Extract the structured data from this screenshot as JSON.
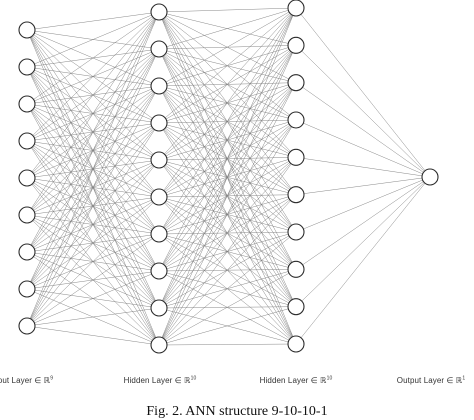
{
  "figure": {
    "caption": "Fig. 2.    ANN structure 9-10-10-1"
  },
  "layers": [
    {
      "key": "input",
      "label": "Input Layer ∈ ℝ",
      "dim": "9",
      "count": 9
    },
    {
      "key": "hidden1",
      "label": "Hidden Layer ∈ ℝ",
      "dim": "10",
      "count": 10
    },
    {
      "key": "hidden2",
      "label": "Hidden Layer ∈ ℝ",
      "dim": "10",
      "count": 10
    },
    {
      "key": "output",
      "label": "Output Layer ∈ ℝ",
      "dim": "1",
      "count": 1
    }
  ],
  "colors": {
    "edge": "#7a7a7a",
    "node_stroke": "#2b2b2b",
    "node_fill": "#ffffff"
  }
}
